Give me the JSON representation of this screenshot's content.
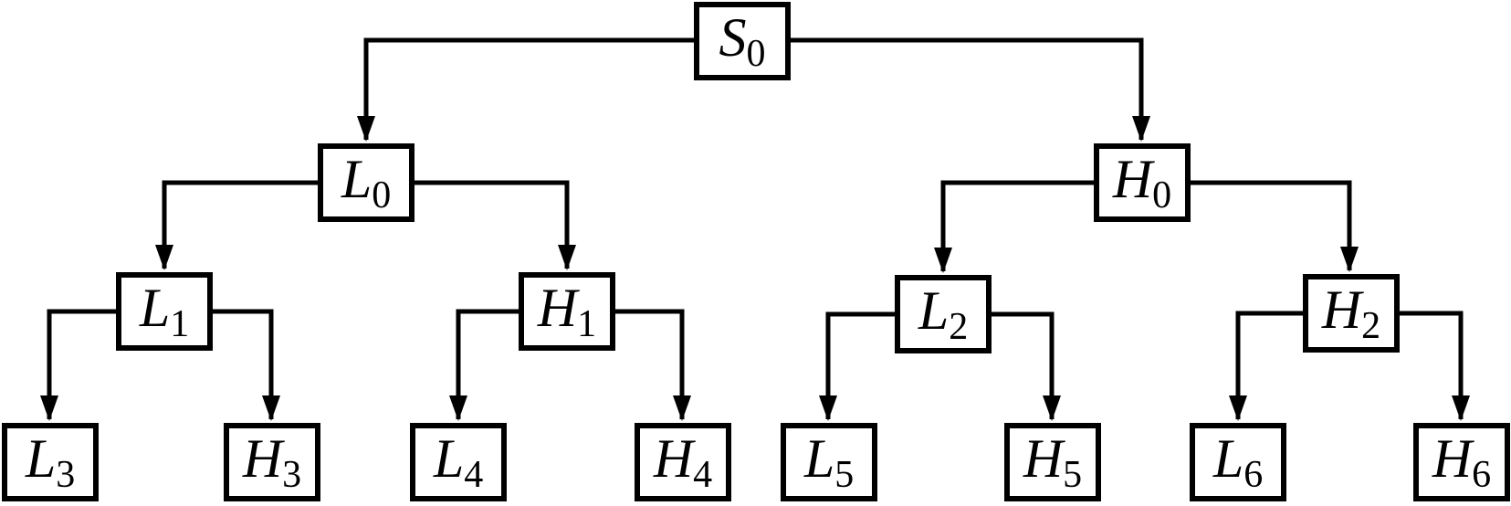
{
  "diagram": {
    "type": "tree",
    "root": "S0",
    "levels": 4,
    "colors": {
      "line": "#000000",
      "box_border": "#000000",
      "box_fill": "#ffffff",
      "background": "#ffffff",
      "text": "#000000"
    },
    "nodes": [
      {
        "id": "S0",
        "base": "S",
        "sub": "0"
      },
      {
        "id": "L0",
        "base": "L",
        "sub": "0"
      },
      {
        "id": "H0",
        "base": "H",
        "sub": "0"
      },
      {
        "id": "L1",
        "base": "L",
        "sub": "1"
      },
      {
        "id": "H1",
        "base": "H",
        "sub": "1"
      },
      {
        "id": "L2",
        "base": "L",
        "sub": "2"
      },
      {
        "id": "H2",
        "base": "H",
        "sub": "2"
      },
      {
        "id": "L3",
        "base": "L",
        "sub": "3"
      },
      {
        "id": "H3",
        "base": "H",
        "sub": "3"
      },
      {
        "id": "L4",
        "base": "L",
        "sub": "4"
      },
      {
        "id": "H4",
        "base": "H",
        "sub": "4"
      },
      {
        "id": "L5",
        "base": "L",
        "sub": "5"
      },
      {
        "id": "H5",
        "base": "H",
        "sub": "5"
      },
      {
        "id": "L6",
        "base": "L",
        "sub": "6"
      },
      {
        "id": "H6",
        "base": "H",
        "sub": "6"
      }
    ],
    "edges": [
      {
        "from": "S0",
        "to": "L0"
      },
      {
        "from": "S0",
        "to": "H0"
      },
      {
        "from": "L0",
        "to": "L1"
      },
      {
        "from": "L0",
        "to": "H1"
      },
      {
        "from": "H0",
        "to": "L2"
      },
      {
        "from": "H0",
        "to": "H2"
      },
      {
        "from": "L1",
        "to": "L3"
      },
      {
        "from": "L1",
        "to": "H3"
      },
      {
        "from": "H1",
        "to": "L4"
      },
      {
        "from": "H1",
        "to": "H4"
      },
      {
        "from": "L2",
        "to": "L5"
      },
      {
        "from": "L2",
        "to": "H5"
      },
      {
        "from": "H2",
        "to": "L6"
      },
      {
        "from": "H2",
        "to": "H6"
      }
    ]
  }
}
